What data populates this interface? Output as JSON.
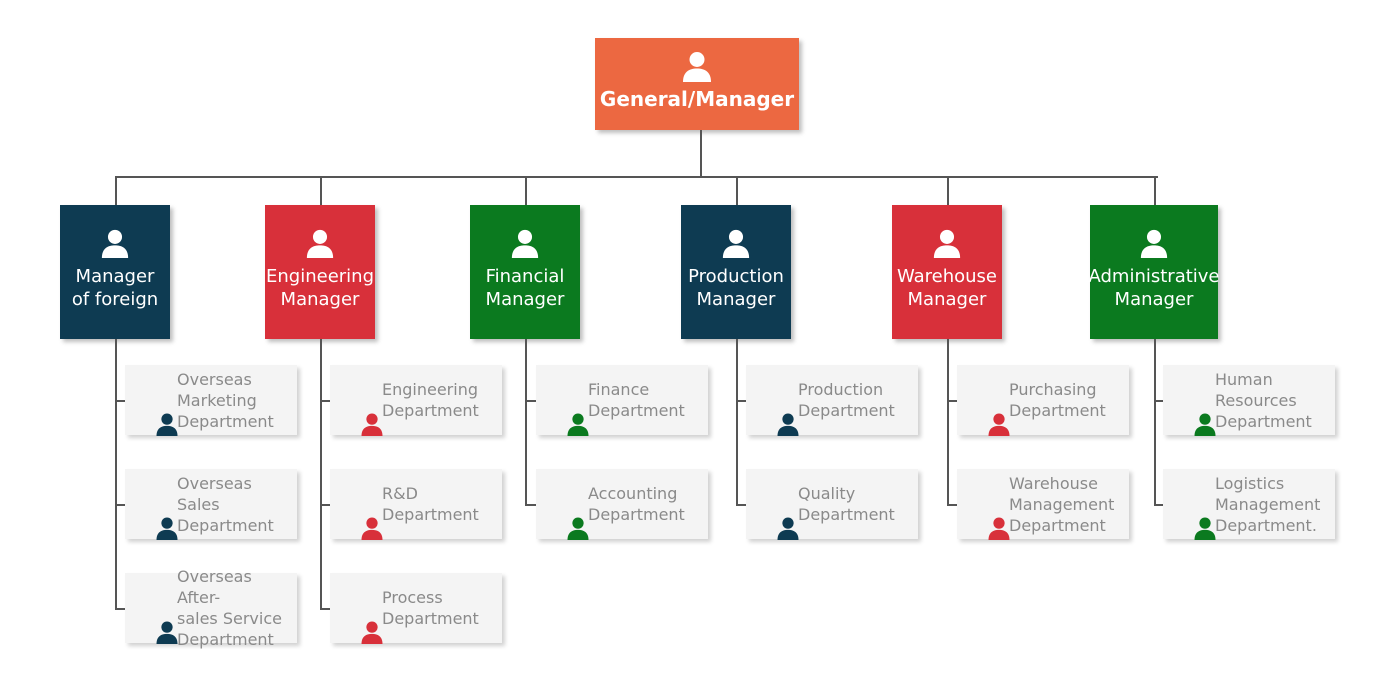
{
  "colors": {
    "orange": "#ec6841",
    "navy": "#0e3b52",
    "red": "#d8303a",
    "green": "#0b7a1f",
    "line": "#555555"
  },
  "root": {
    "label": "General/Manager",
    "icon": "person-icon",
    "color": "orange"
  },
  "managers": [
    {
      "id": "foreign",
      "label": "Manager\nof foreign",
      "color": "navy",
      "departments": [
        "Overseas\nMarketing\nDepartment",
        "Overseas\nSales\nDepartment",
        "Overseas After-\nsales Service\nDepartment"
      ]
    },
    {
      "id": "engineering",
      "label": "Engineering\nManager",
      "color": "red",
      "departments": [
        "Engineering\nDepartment",
        "R&D\nDepartment",
        "Process\nDepartment"
      ]
    },
    {
      "id": "financial",
      "label": "Financial\nManager",
      "color": "green",
      "departments": [
        "Finance\nDepartment",
        "Accounting\nDepartment"
      ]
    },
    {
      "id": "production",
      "label": "Production\nManager",
      "color": "navy",
      "departments": [
        "Production\nDepartment",
        "Quality\nDepartment"
      ]
    },
    {
      "id": "warehouse",
      "label": "Warehouse\nManager",
      "color": "red",
      "departments": [
        "Purchasing\nDepartment",
        "Warehouse\nManagement\nDepartment"
      ]
    },
    {
      "id": "administrative",
      "label": "Administrative\nManager",
      "color": "green",
      "departments": [
        "Human\nResources\nDepartment",
        "Logistics\nManagement\nDepartment."
      ]
    }
  ]
}
